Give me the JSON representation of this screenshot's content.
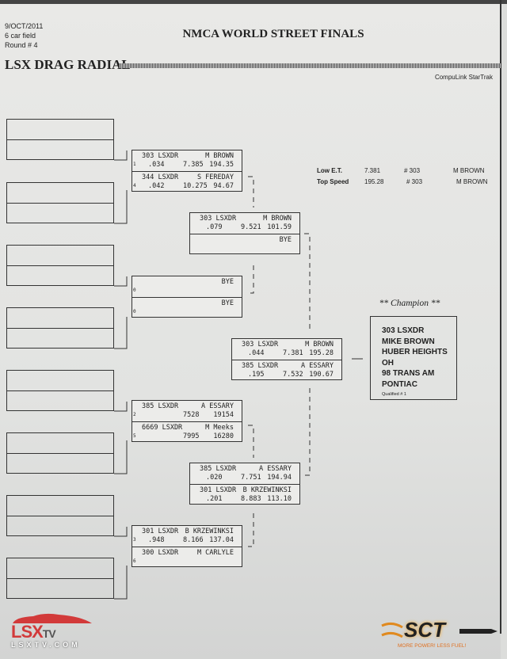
{
  "header": {
    "date": "9/OCT/2011",
    "field": "6 car field",
    "round": "Round # 4",
    "title": "NMCA WORLD STREET FINALS",
    "class": "LSX DRAG RADIAL",
    "system": "CompuLink StarTrak"
  },
  "stats": [
    {
      "label": "Low  E.T.",
      "value": "7.381",
      "car": "# 303",
      "name": "M BROWN"
    },
    {
      "label": "Top Speed",
      "value": "195.28",
      "car": "# 303",
      "name": "M BROWN"
    }
  ],
  "matches": [
    {
      "top": {
        "car": "303 LSXDR",
        "name": "M BROWN",
        "seed": "1",
        "rt": ".034",
        "et": "7.385",
        "mph": "194.35"
      },
      "bottom": {
        "car": "344 LSXDR",
        "name": "S FEREDAY",
        "seed": "4",
        "rt": ".042",
        "et": "10.275",
        "mph": "94.67"
      }
    },
    {
      "top": {
        "car": "",
        "name": "BYE",
        "seed": "0",
        "rt": "",
        "et": "",
        "mph": ""
      },
      "bottom": {
        "car": "",
        "name": "BYE",
        "seed": "0",
        "rt": "",
        "et": "",
        "mph": ""
      }
    },
    {
      "top": {
        "car": "385 LSXDR",
        "name": "A ESSARY",
        "seed": "2",
        "rt": "",
        "et": "7528",
        "mph": "19154"
      },
      "bottom": {
        "car": "6669 LSXDR",
        "name": "M Meeks",
        "seed": "5",
        "rt": "",
        "et": "7995",
        "mph": "16280"
      }
    },
    {
      "top": {
        "car": "301 LSXDR",
        "name": "B KRZEWINKSI",
        "seed": "3",
        "rt": ".948",
        "et": "8.166",
        "mph": "137.04"
      },
      "bottom": {
        "car": "300 LSXDR",
        "name": "M CARLYLE",
        "seed": "6",
        "rt": "",
        "et": "",
        "mph": ""
      }
    },
    {
      "top": {
        "car": "303 LSXDR",
        "name": "M BROWN",
        "seed": "",
        "rt": ".079",
        "et": "9.521",
        "mph": "101.59"
      },
      "bottom": {
        "car": "",
        "name": "BYE",
        "seed": "",
        "rt": "",
        "et": "",
        "mph": ""
      }
    },
    {
      "top": {
        "car": "385 LSXDR",
        "name": "A ESSARY",
        "seed": "",
        "rt": ".020",
        "et": "7.751",
        "mph": "194.94"
      },
      "bottom": {
        "car": "301 LSXDR",
        "name": "B KRZEWINKSI",
        "seed": "",
        "rt": ".201",
        "et": "8.883",
        "mph": "113.10"
      }
    },
    {
      "top": {
        "car": "303 LSXDR",
        "name": "M BROWN",
        "seed": "",
        "rt": ".044",
        "et": "7.381",
        "mph": "195.28"
      },
      "bottom": {
        "car": "385 LSXDR",
        "name": "A ESSARY",
        "seed": "",
        "rt": ".195",
        "et": "7.532",
        "mph": "190.67"
      }
    }
  ],
  "champion": {
    "heading": "** Champion **",
    "lines": [
      "303  LSXDR",
      "MIKE BROWN",
      "HUBER HEIGHTS OH",
      "98 TRANS AM",
      "PONTIAC"
    ],
    "qualified": "Qualified # 1"
  },
  "logos": {
    "lsx": "LSX",
    "lsx_tv": "TV",
    "lsx_url": "LSXTV.COM",
    "sct": "SCT",
    "sct_tag": "MORE POWER! LESS FUEL!"
  }
}
